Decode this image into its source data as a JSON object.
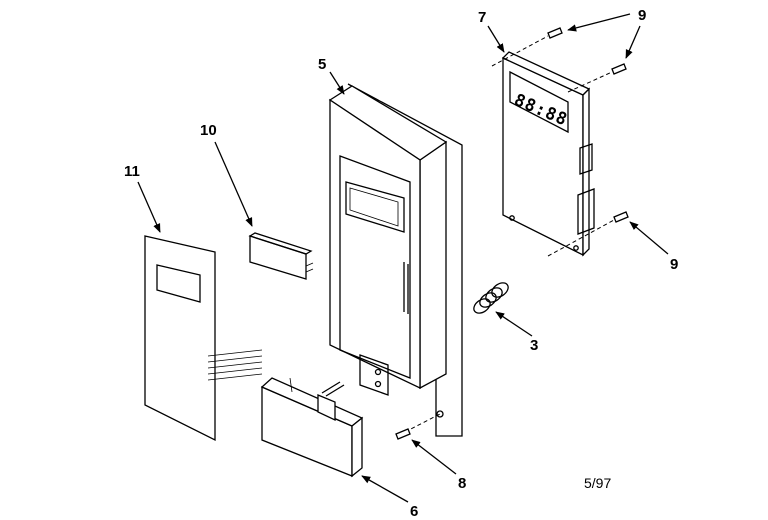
{
  "diagram": {
    "display_readout": "88:88",
    "date_code": "5/97",
    "callouts": [
      {
        "id": "c-11",
        "label": "11"
      },
      {
        "id": "c-10",
        "label": "10"
      },
      {
        "id": "c-5",
        "label": "5"
      },
      {
        "id": "c-7",
        "label": "7"
      },
      {
        "id": "c-9a",
        "label": "9"
      },
      {
        "id": "c-9b",
        "label": "9"
      },
      {
        "id": "c-9c",
        "label": "9"
      },
      {
        "id": "c-3",
        "label": "3"
      },
      {
        "id": "c-8",
        "label": "8"
      },
      {
        "id": "c-6",
        "label": "6"
      }
    ]
  }
}
